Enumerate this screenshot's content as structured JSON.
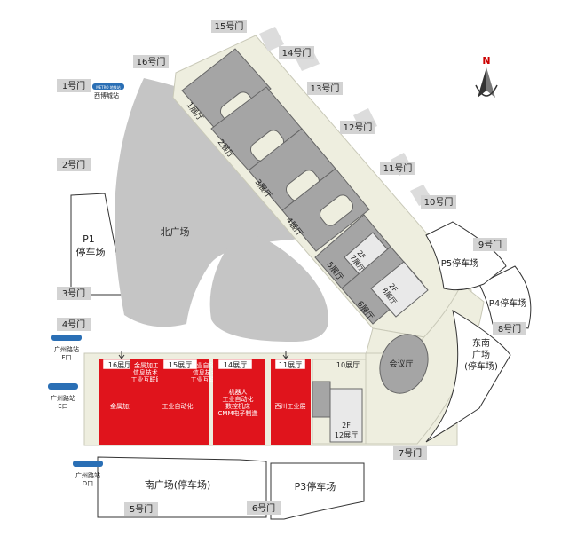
{
  "compass": {
    "north": "N"
  },
  "gates": {
    "g1": "1号门",
    "g2": "2号门",
    "g3": "3号门",
    "g4": "4号门",
    "g5": "5号门",
    "g6": "6号门",
    "g7": "7号门",
    "g8": "8号门",
    "g9": "9号门",
    "g10": "10号门",
    "g11": "11号门",
    "g12": "12号门",
    "g13": "13号门",
    "g14": "14号门",
    "g15": "15号门",
    "g16": "16号门"
  },
  "metro": {
    "logo_text": "METRO 地铁站",
    "xibo": "西博城站",
    "guangzhou_f": [
      "广州路站",
      "F口"
    ],
    "guangzhou_e": [
      "广州路站",
      "E口"
    ],
    "guangzhou_d": [
      "广州路站",
      "D口"
    ]
  },
  "areas": {
    "north_plaza": "北广场",
    "p1": [
      "P1",
      "停车场"
    ],
    "south_plaza": "南广场(停车场)",
    "p3": "P3停车场",
    "p4": "P4停车场",
    "p5": "P5停车场",
    "southeast_plaza": [
      "东南",
      "广场",
      "(停车场)"
    ],
    "conference": "会议厅"
  },
  "halls": {
    "h1": "1展厅",
    "h2": "2展厅",
    "h3": "3展厅",
    "h4": "4展厅",
    "h5": "5展厅",
    "h6": "6展厅",
    "h7": [
      "2F",
      "7展厅"
    ],
    "h8": [
      "2F",
      "8展厅"
    ],
    "h10": "10展厅",
    "h11": "11展厅",
    "h11_theme": "西川工业展",
    "h12": [
      "2F",
      "12展厅"
    ],
    "h14": "14展厅",
    "h14_theme": [
      "机器人",
      "工业自动化",
      "数控机床",
      "CMM电子制造"
    ],
    "h15": "15展厅",
    "h15_theme": [
      "工业自动化",
      "信息技术/",
      "工业互联网"
    ],
    "h16": "16展厅",
    "h16_theme": "金属加工",
    "h16b_theme": [
      "金属加工",
      "信息技术/",
      "工业互联网"
    ],
    "h15b_theme": "工业自动化"
  },
  "colors": {
    "hall_red": "#e0141c",
    "building_beige": "#eeeedf",
    "hall_gray": "#a5a5a5",
    "plaza_gray": "#c8c8c8",
    "gate_box": "#d3d3d3"
  }
}
